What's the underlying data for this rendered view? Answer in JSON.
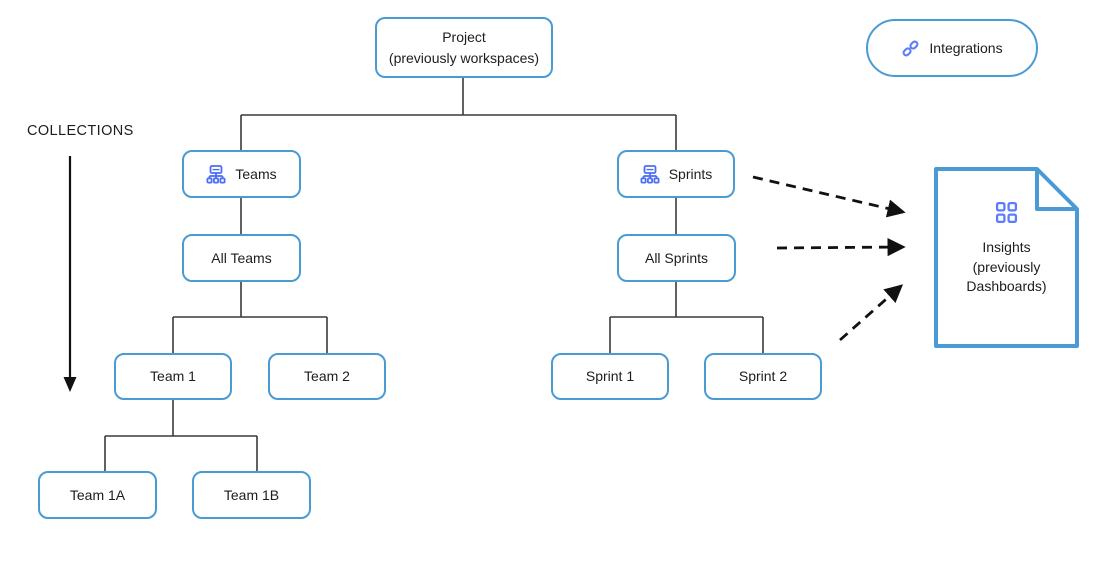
{
  "collections": {
    "label": "COLLECTIONS"
  },
  "nodes": {
    "project": {
      "line1": "Project",
      "line2": "(previously workspaces)"
    },
    "teams": {
      "label": "Teams"
    },
    "sprints": {
      "label": "Sprints"
    },
    "all_teams": {
      "label": "All Teams"
    },
    "all_sprints": {
      "label": "All Sprints"
    },
    "team1": {
      "label": "Team 1"
    },
    "team2": {
      "label": "Team 2"
    },
    "sprint1": {
      "label": "Sprint 1"
    },
    "sprint2": {
      "label": "Sprint 2"
    },
    "team1a": {
      "label": "Team 1A"
    },
    "team1b": {
      "label": "Team 1B"
    }
  },
  "integrations": {
    "label": "Integrations",
    "icon": "link-icon"
  },
  "insights": {
    "line1": "Insights",
    "line2": "(previously",
    "line3": "Dashboards)",
    "icon": "grid-icon"
  },
  "icons": {
    "teams": "org-chart-icon",
    "sprints": "org-chart-icon"
  },
  "colors": {
    "box_border": "#4a9bd3",
    "icon_blue": "#4c6ef5",
    "icon_blue_light": "#5c7cfa",
    "connector": "#3a3a3a",
    "arrow": "#111111",
    "text": "#1d1d1f",
    "background": "#ffffff"
  }
}
